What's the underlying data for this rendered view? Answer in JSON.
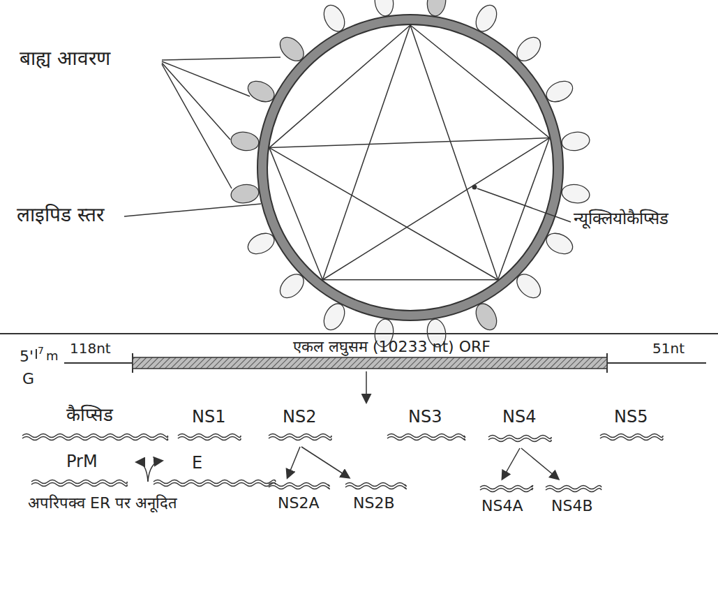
{
  "diagram": {
    "labels": [
      "बाह्य आवरण",
      "लाइपिड स्तर",
      "न्यूक्लियोकैप्सिड",
      "5'",
      "7",
      "m",
      "G",
      "118nt",
      "एकल लघुसम (10233 nt) ORF",
      "51nt",
      "कैप्सिड",
      "NS1",
      "NS2",
      "NS3",
      "NS4",
      "NS5",
      "PrM",
      "E",
      "अपरिपक्व ER पर अनूदित",
      "NS2A",
      "NS2B",
      "NS4A",
      "NS4B"
    ]
  }
}
